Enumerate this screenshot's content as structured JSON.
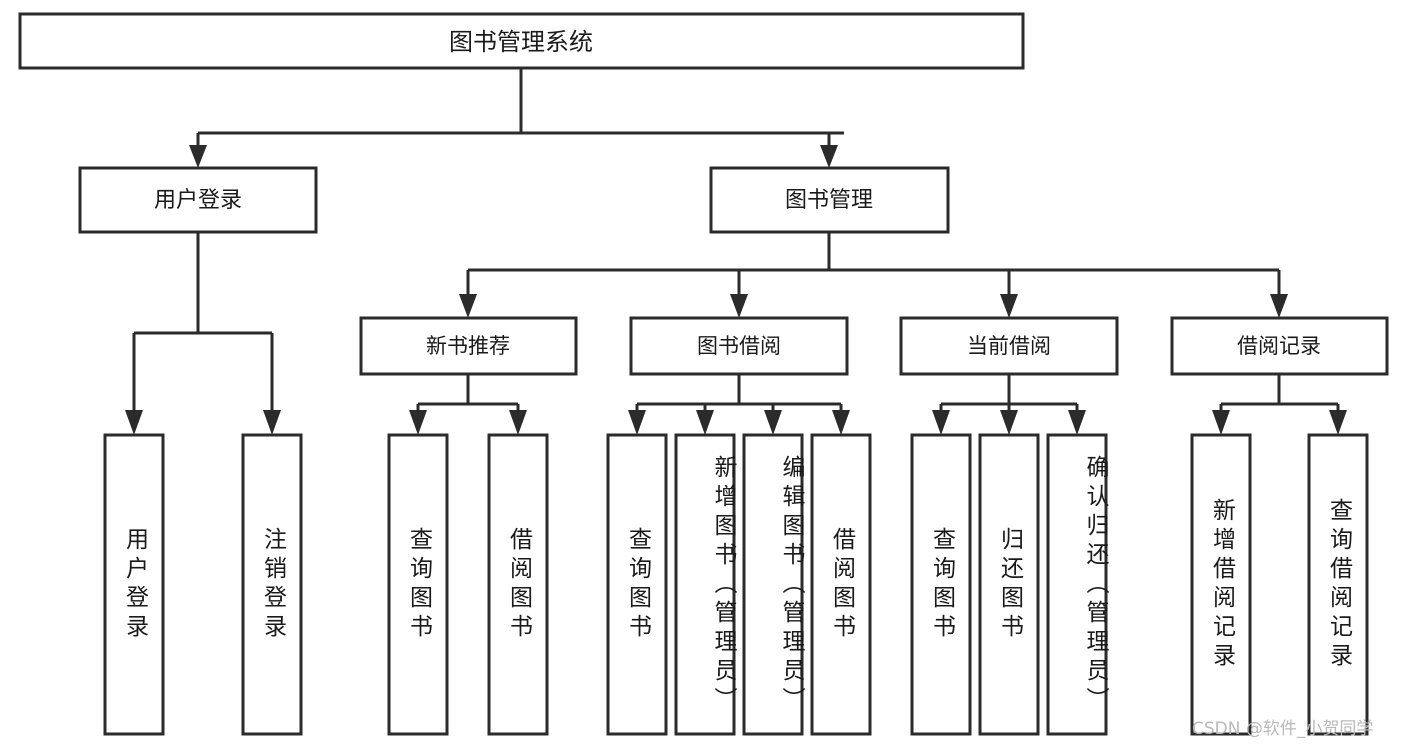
{
  "diagram": {
    "type": "hierarchy-tree",
    "title": "图书管理系统",
    "watermark": "CSDN @软件_小贺同学",
    "colors": {
      "stroke": "#2b2b2b",
      "fill": "#ffffff",
      "text": "#1a1a1a",
      "watermark": "#b9b9b9",
      "background": "#ffffff"
    },
    "root": {
      "label": "图书管理系统"
    },
    "level2": [
      {
        "label": "用户登录"
      },
      {
        "label": "图书管理"
      }
    ],
    "level3": [
      {
        "label": "新书推荐"
      },
      {
        "label": "图书借阅"
      },
      {
        "label": "当前借阅"
      },
      {
        "label": "借阅记录"
      }
    ],
    "leaves": {
      "user_login": [
        {
          "label": "用户登录"
        },
        {
          "label": "注销登录"
        }
      ],
      "new_book_recommend": [
        {
          "label": "查询图书"
        },
        {
          "label": "借阅图书"
        }
      ],
      "book_borrow": [
        {
          "label": "查询图书"
        },
        {
          "label": "新增图书（管理员）"
        },
        {
          "label": "编辑图书（管理员）"
        },
        {
          "label": "借阅图书"
        }
      ],
      "current_borrow": [
        {
          "label": "查询图书"
        },
        {
          "label": "归还图书"
        },
        {
          "label": "确认归还（管理员）"
        }
      ],
      "borrow_record": [
        {
          "label": "新增借阅记录"
        },
        {
          "label": "查询借阅记录"
        }
      ]
    }
  }
}
